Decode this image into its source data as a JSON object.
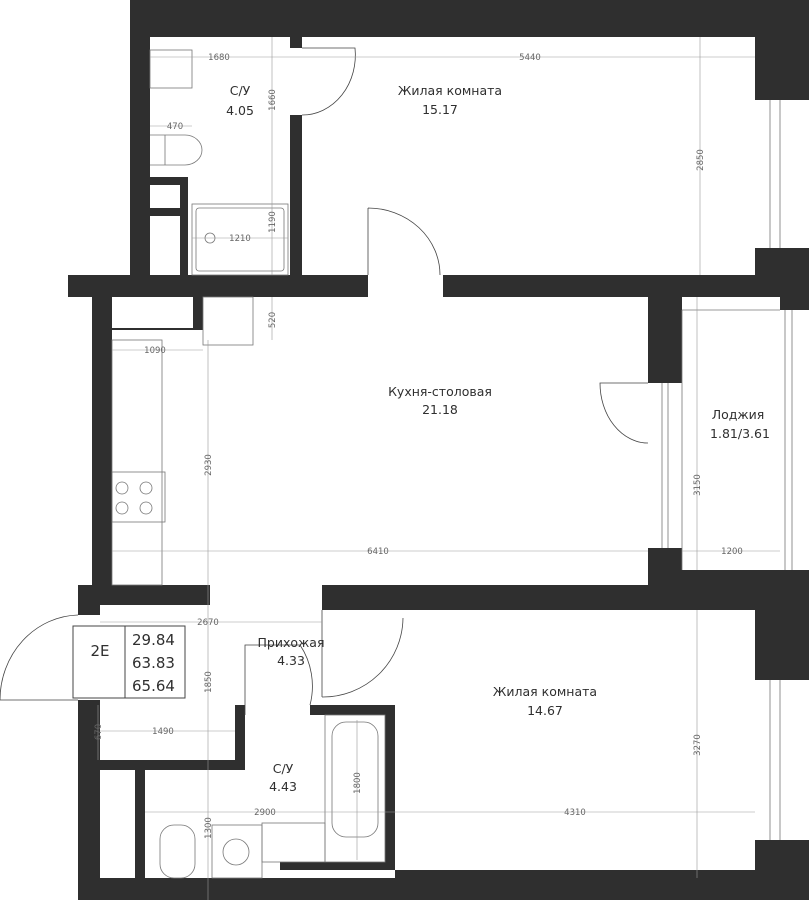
{
  "rooms": {
    "bath_upper": {
      "name": "С/У",
      "area": "4.05"
    },
    "living_upper": {
      "name": "Жилая комната",
      "area": "15.17"
    },
    "kitchen": {
      "name": "Кухня-столовая",
      "area": "21.18"
    },
    "loggia": {
      "name": "Лоджия",
      "area": "1.81/3.61"
    },
    "hall": {
      "name": "Прихожая",
      "area": "4.33"
    },
    "living_lower": {
      "name": "Жилая комната",
      "area": "14.67"
    },
    "bath_lower": {
      "name": "С/У",
      "area": "4.43"
    }
  },
  "info_box": {
    "type": "2E",
    "living_area": "29.84",
    "total_area": "63.83",
    "total_with_loggia": "65.64"
  },
  "dimensions": {
    "d1680": "1680",
    "d5440": "5440",
    "d470": "470",
    "d1660": "1660",
    "d2850": "2850",
    "d1190": "1190",
    "d1210": "1210",
    "d520": "520",
    "d1090": "1090",
    "d2930": "2930",
    "d6410": "6410",
    "d3150": "3150",
    "d1200": "1200",
    "d2670": "2670",
    "d1850": "1850",
    "d670": "670",
    "d1490": "1490",
    "d3270": "3270",
    "d2900": "2900",
    "d1300": "1300",
    "d1800": "1800",
    "d4310": "4310"
  },
  "colors": {
    "wall": "#2f2f2f"
  }
}
